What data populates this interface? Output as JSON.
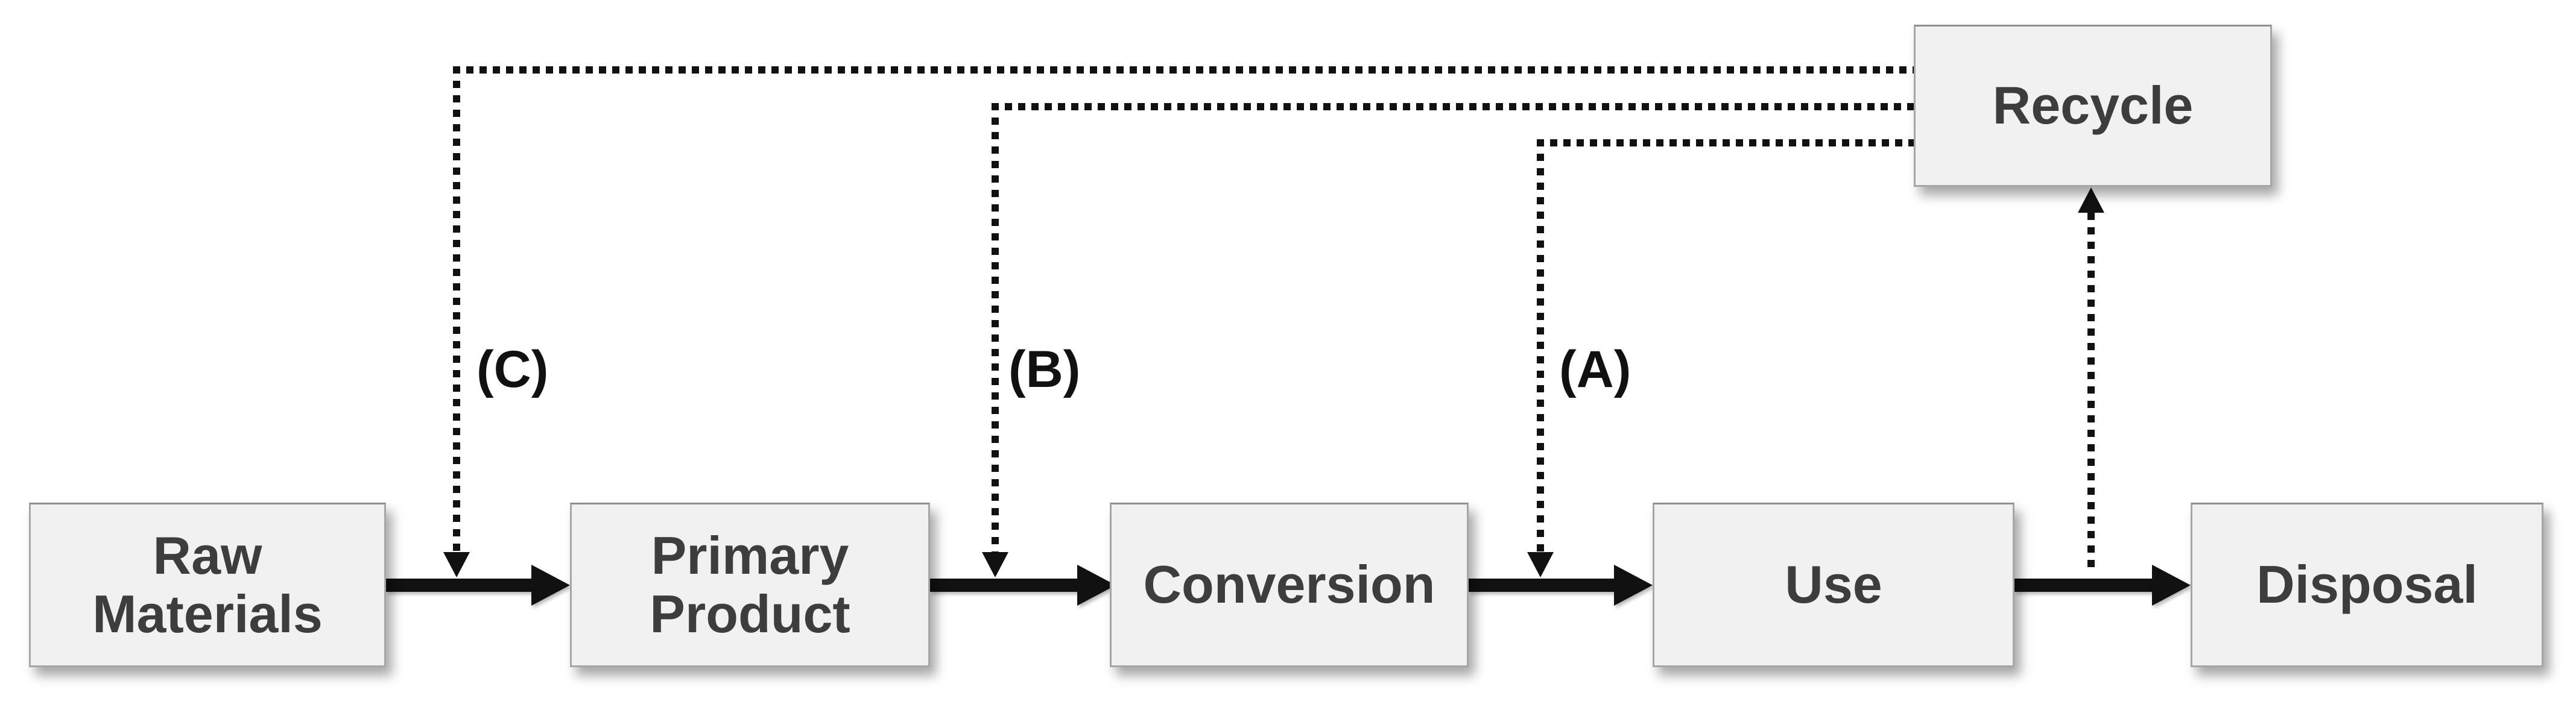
{
  "palette": {
    "node_fill": "#f1f1f1",
    "node_border": "#a6a6a6",
    "node_text": "#3d3d3d",
    "arrow_color": "#111111",
    "label_text": "#111111"
  },
  "nodes": {
    "main_flow": [
      {
        "label": "Raw\nMaterials"
      },
      {
        "label": "Primary\nProduct"
      },
      {
        "label": "Conversion"
      },
      {
        "label": "Use"
      },
      {
        "label": "Disposal"
      }
    ],
    "recycle": {
      "label": "Recycle"
    }
  },
  "main_flow_sequence": "Raw Materials → Primary Product → Conversion → Use → Disposal",
  "recycle_paths": [
    {
      "label": "(C)",
      "from": "Recycle",
      "rejoins_before": "Primary Product"
    },
    {
      "label": "(B)",
      "from": "Recycle",
      "rejoins_before": "Conversion"
    },
    {
      "label": "(A)",
      "from": "Recycle",
      "rejoins_before": "Use"
    },
    {
      "from": "Use",
      "to": "Recycle"
    }
  ]
}
